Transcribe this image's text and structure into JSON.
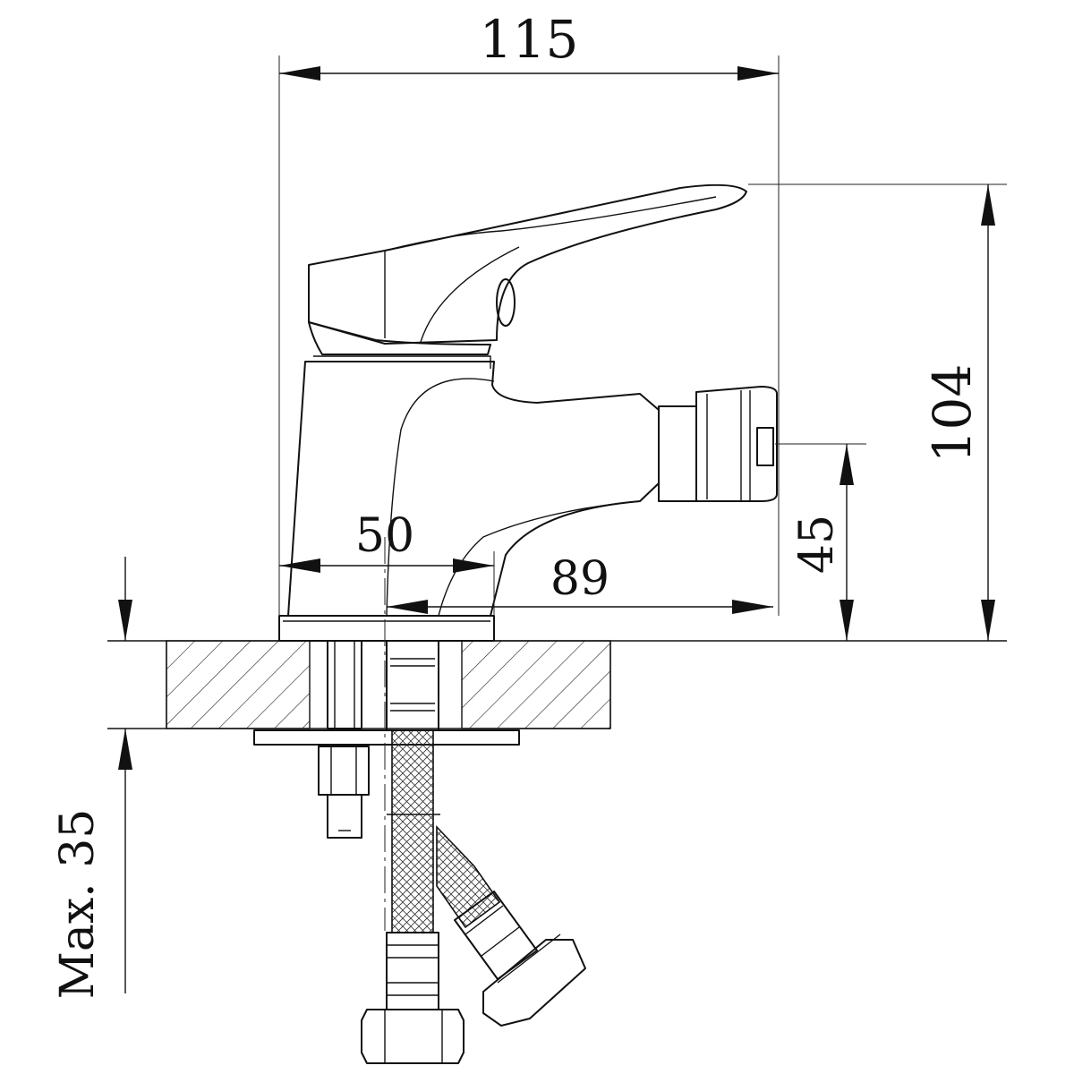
{
  "dimensions": {
    "overall_width": "115",
    "overall_height": "104",
    "spout_height": "45",
    "base_to_spout": "50",
    "spout_reach": "89",
    "max_thickness": "Max. 35"
  }
}
